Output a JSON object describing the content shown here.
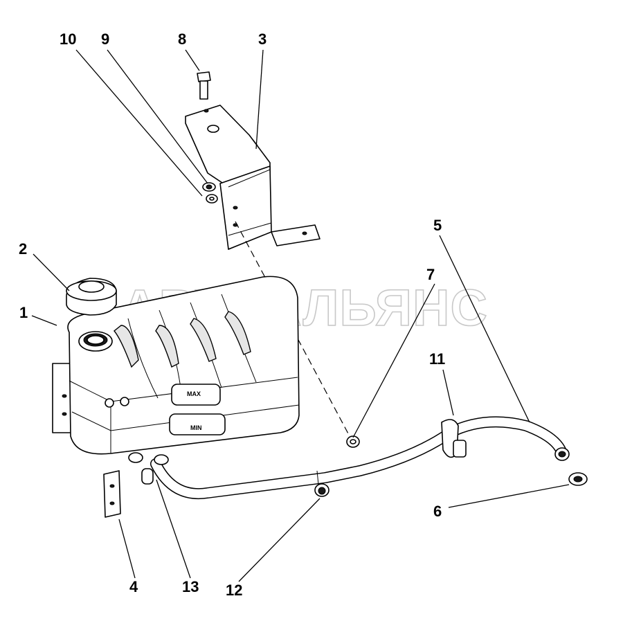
{
  "watermark": "АВТОАЛЬЯНС",
  "callouts": [
    {
      "id": "c1",
      "label": "1"
    },
    {
      "id": "c2",
      "label": "2"
    },
    {
      "id": "c3",
      "label": "3"
    },
    {
      "id": "c4",
      "label": "4"
    },
    {
      "id": "c5",
      "label": "5"
    },
    {
      "id": "c6",
      "label": "6"
    },
    {
      "id": "c7",
      "label": "7"
    },
    {
      "id": "c8",
      "label": "8"
    },
    {
      "id": "c9",
      "label": "9"
    },
    {
      "id": "c10",
      "label": "10"
    },
    {
      "id": "c11",
      "label": "11"
    },
    {
      "id": "c12",
      "label": "12"
    },
    {
      "id": "c13",
      "label": "13"
    }
  ],
  "tank_marks": {
    "max": "MAX",
    "min": "MIN"
  }
}
